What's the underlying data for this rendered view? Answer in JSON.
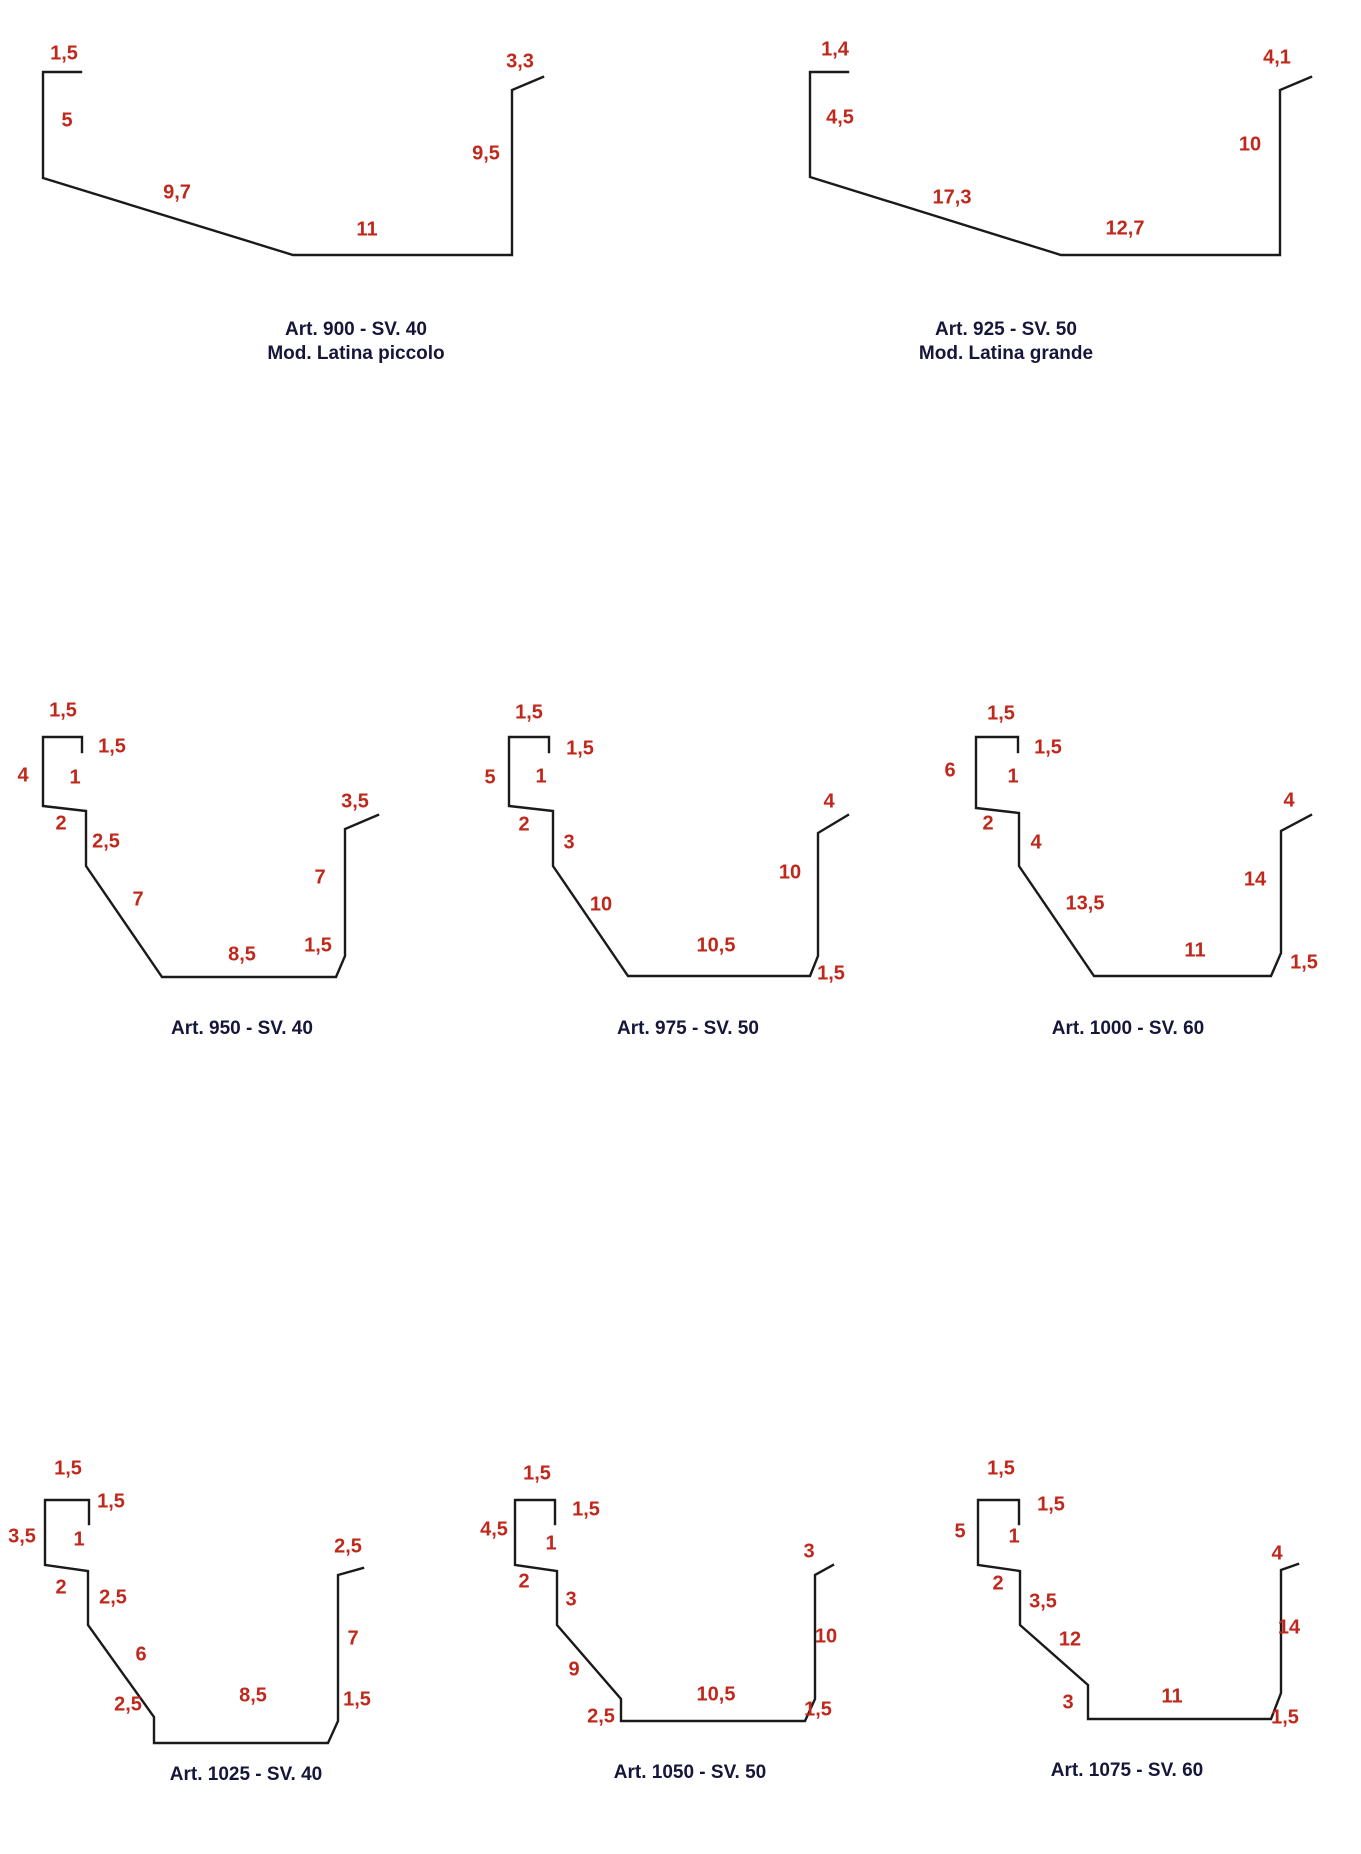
{
  "colors": {
    "dimension": "#c0281c",
    "caption": "#16163a",
    "line": "#1a1a1a",
    "background": "#ffffff"
  },
  "profiles": [
    {
      "id": "art900",
      "caption": [
        "Art. 900 - SV. 40",
        "Mod. Latina piccolo"
      ],
      "dims": [
        "1,5",
        "5",
        "9,7",
        "11",
        "9,5",
        "3,3"
      ]
    },
    {
      "id": "art925",
      "caption": [
        "Art. 925 - SV. 50",
        "Mod. Latina grande"
      ],
      "dims": [
        "1,4",
        "4,5",
        "17,3",
        "12,7",
        "10",
        "4,1"
      ]
    },
    {
      "id": "art950",
      "caption": [
        "Art. 950 - SV. 40"
      ],
      "dims": [
        "1,5",
        "1,5",
        "4",
        "1",
        "2",
        "2,5",
        "7",
        "8,5",
        "1,5",
        "7",
        "3,5"
      ]
    },
    {
      "id": "art975",
      "caption": [
        "Art. 975 - SV. 50"
      ],
      "dims": [
        "1,5",
        "1,5",
        "5",
        "1",
        "2",
        "3",
        "10",
        "10,5",
        "1,5",
        "10",
        "4"
      ]
    },
    {
      "id": "art1000",
      "caption": [
        "Art. 1000 - SV. 60"
      ],
      "dims": [
        "1,5",
        "1,5",
        "6",
        "1",
        "2",
        "4",
        "13,5",
        "11",
        "1,5",
        "14",
        "4"
      ]
    },
    {
      "id": "art1025",
      "caption": [
        "Art. 1025 - SV. 40"
      ],
      "dims": [
        "1,5",
        "1,5",
        "3,5",
        "1",
        "2",
        "2,5",
        "6",
        "2,5",
        "8,5",
        "1,5",
        "7",
        "2,5"
      ]
    },
    {
      "id": "art1050",
      "caption": [
        "Art. 1050 - SV. 50"
      ],
      "dims": [
        "1,5",
        "1,5",
        "4,5",
        "1",
        "2",
        "3",
        "9",
        "2,5",
        "10,5",
        "1,5",
        "10",
        "3"
      ]
    },
    {
      "id": "art1075",
      "caption": [
        "Art. 1075 - SV. 60"
      ],
      "dims": [
        "1,5",
        "1,5",
        "5",
        "1",
        "2",
        "3,5",
        "12",
        "3",
        "11",
        "1,5",
        "14",
        "4"
      ]
    }
  ]
}
